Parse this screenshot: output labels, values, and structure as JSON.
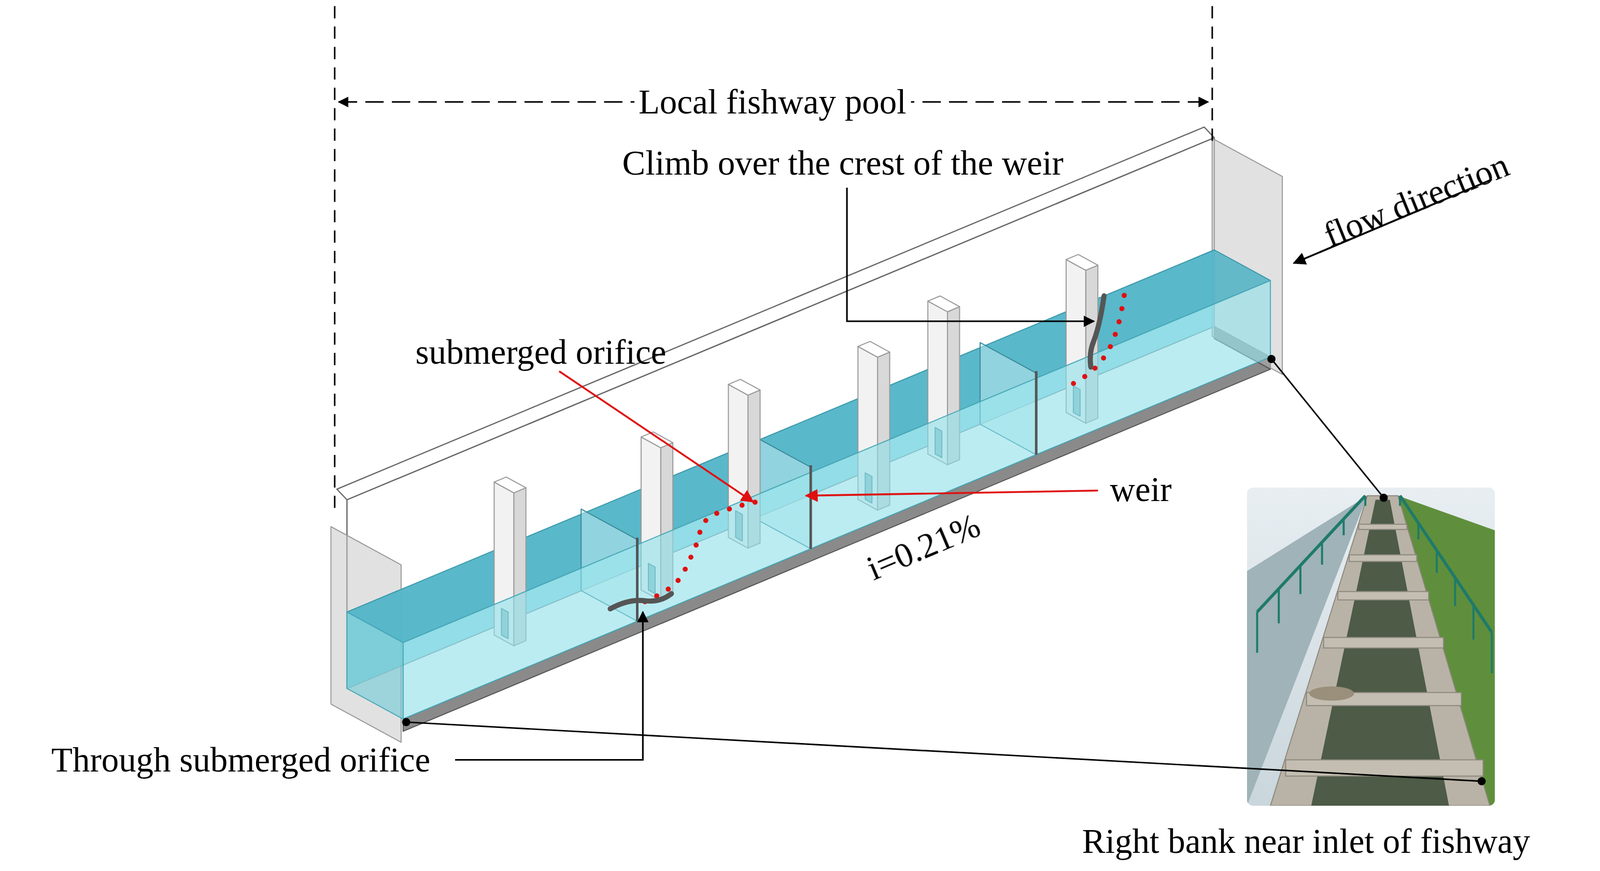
{
  "diagram": {
    "labels": [
      "Local fishway pool",
      "Climb over the crest of the weir",
      "flow direction",
      "submerged orifice",
      "weir",
      "i=0.21%",
      "Through submerged orifice",
      "Right bank near inlet of fishway"
    ]
  }
}
